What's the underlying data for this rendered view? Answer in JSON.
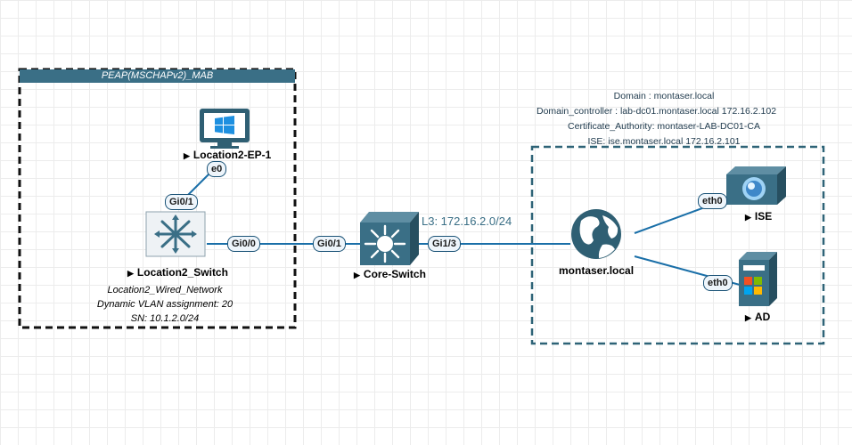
{
  "groups": {
    "left": {
      "title": "PEAP(MSCHAPv2)_MAB"
    }
  },
  "nodes": {
    "ep": {
      "name": "Location2-EP-1",
      "icon": "windows-pc-icon"
    },
    "loc_switch": {
      "name": "Location2_Switch",
      "icon": "l2-switch-icon"
    },
    "core": {
      "name": "Core-Switch",
      "icon": "l3-switch-icon"
    },
    "cloud": {
      "name": "montaser.local",
      "icon": "globe-icon"
    },
    "ise": {
      "name": "ISE",
      "icon": "ise-server-icon"
    },
    "ad": {
      "name": "AD",
      "icon": "windows-server-icon"
    }
  },
  "ports": {
    "ep_e0": "e0",
    "sw_gi01": "Gi0/1",
    "sw_gi00": "Gi0/0",
    "core_gi01": "Gi0/1",
    "core_gi13": "Gi1/3",
    "ise_eth0": "eth0",
    "ad_eth0": "eth0"
  },
  "left_notes": [
    "Location2_Wired_Network",
    "Dynamic VLAN assignment: 20",
    "SN: 10.1.2.0/24"
  ],
  "link_label": "L3: 172.16.2.0/24",
  "domain_info": [
    "Domain : montaser.local",
    "Domain_controller : lab-dc01.montaser.local 172.16.2.102",
    "Certificate_Authority: montaser-LAB-DC01-CA",
    "ISE: ise.montaser.local 172.16.2.101"
  ],
  "colors": {
    "link": "#1a6fa8",
    "header": "#3a6f86",
    "icon_dark": "#2f5f73",
    "group_border_right": "#2e6377"
  }
}
